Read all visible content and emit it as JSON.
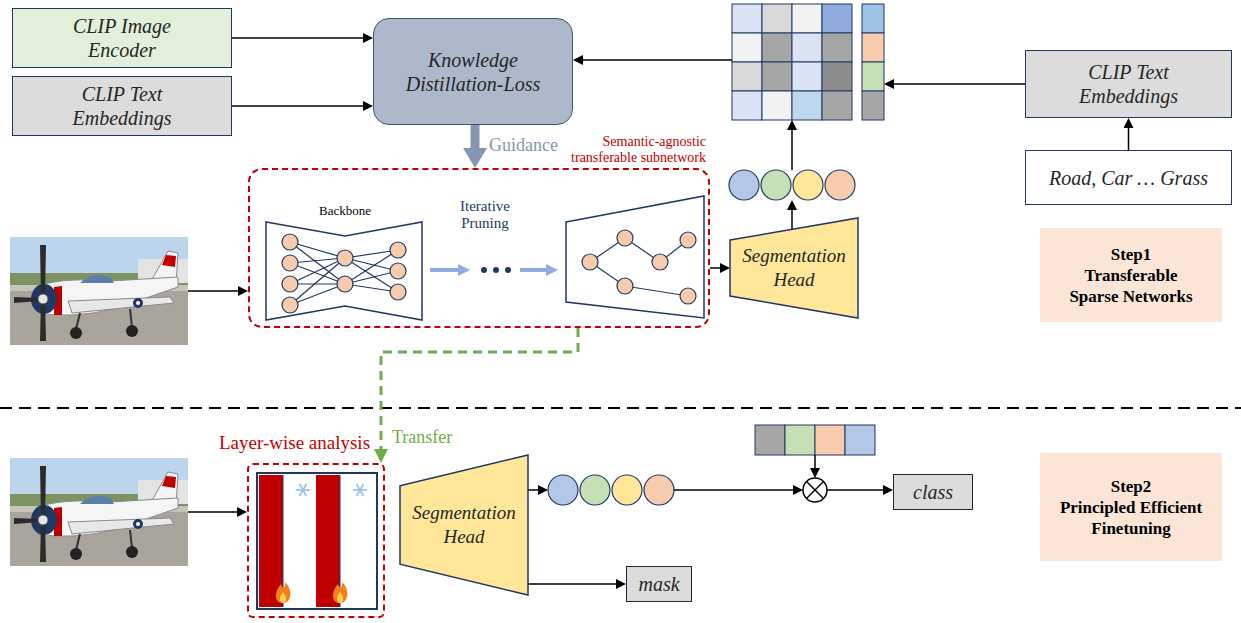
{
  "diagram": {
    "nodes": [
      {
        "text": [
          "CLIP Image Encoder"
        ]
      },
      {
        "text": [
          "CLIP Text Embeddings"
        ]
      },
      {
        "text": [
          "Knowledge Distillation-Loss"
        ]
      },
      {
        "text": [
          "CLIP Text Embeddings"
        ]
      },
      {
        "text": [
          "Road, Car … Grass"
        ]
      },
      {
        "text": [
          "Semantic-agnostic transferable subnetwork"
        ]
      },
      {
        "text": [
          "Segmentation Head"
        ]
      },
      {
        "text": [
          "Step1",
          "Transferable Sparse Networks"
        ]
      },
      {
        "text": [
          "Layer-wise analysis"
        ]
      },
      {
        "text": [
          "Segmentation Head"
        ]
      },
      {
        "text": [
          "class"
        ]
      },
      {
        "text": [
          "mask"
        ]
      },
      {
        "text": [
          "Step2",
          "Principled Efficient Finetuning"
        ]
      }
    ],
    "edges": [
      {
        "from": 0,
        "to": 2,
        "arrow": "to"
      },
      {
        "from": 1,
        "to": 2,
        "arrow": "to"
      },
      {
        "from": 4,
        "to": 3,
        "arrow": "to"
      },
      {
        "from": 2,
        "to": 5,
        "arrow": "to",
        "label": "Guidance"
      },
      {
        "from": 5,
        "to": 6,
        "arrow": "to"
      },
      {
        "from": 5,
        "to": 8,
        "arrow": "to",
        "label": "Transfer"
      },
      {
        "from": 9,
        "to": 11,
        "arrow": "to"
      }
    ],
    "labels": [
      "Backbone",
      "Iterative Pruning"
    ]
  }
}
